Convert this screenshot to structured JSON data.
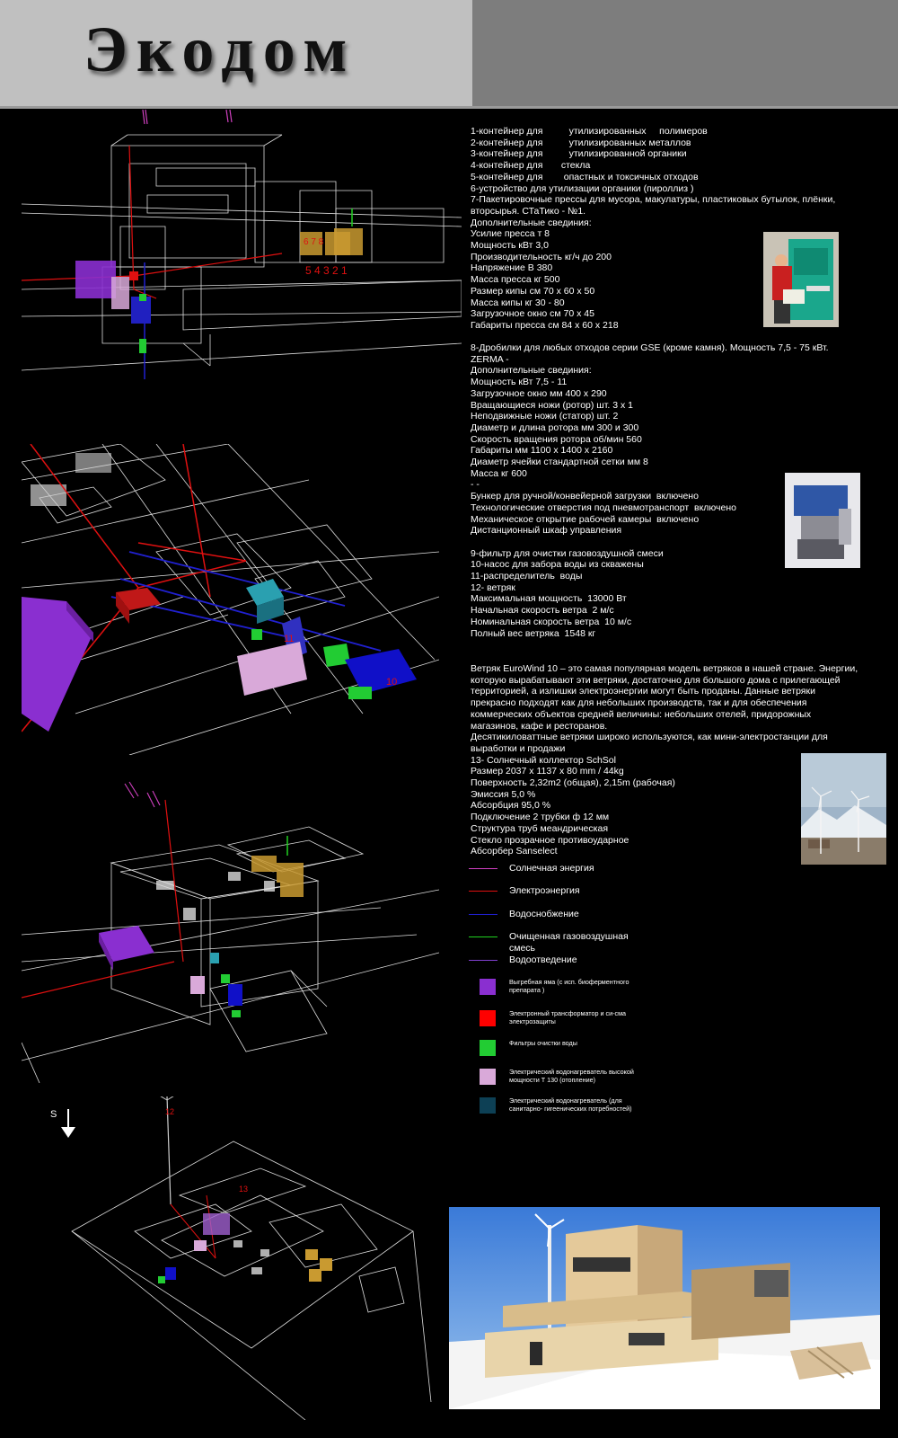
{
  "header": {
    "title": "Экодом"
  },
  "text_block_1": [
    "1-контейнер для          утилизированных     полимеров",
    "2-контейнер для          утилизированных металлов",
    "3-контейнер для          утилизированной органики",
    "4-контейнер для       стекла",
    "5-контейнер для        опастных и токсичных отходов",
    "6-устройство для утилизации органики (пироллиз )",
    "7-Пакетировочные прессы для мусора, макулатуры, пластиковых бутылок, плёнки,",
    "вторсырья. СТаТико - №1.",
    "Дополнительные свединия:",
    "Усилие пресса т 8",
    "Мощность кВт 3,0",
    "Производительность кг/ч до 200",
    "Напряжение В 380",
    "Масса пресса кг 500",
    "Размер кипы см 70 х 60 х 50",
    "Масса кипы кг 30 - 80",
    "Загрузочное окно см 70 х 45",
    "Габариты пресса см 84 х 60 х 218"
  ],
  "text_block_2": [
    "8-Дробилки для любых отходов серии GSE (кроме камня). Мощность 7,5 - 75 кВт.",
    "ZERMA -",
    "Дополнительные свединия:",
    "Мощность кВт 7,5 - 11",
    "Загрузочное окно мм 400 х 290",
    "Вращающиеся ножи (ротор) шт. 3 х 1",
    "Неподвижные ножи (статор) шт. 2",
    "Диаметр и длина ротора мм 300 и 300",
    "Скорость вращения ротора об/мин 560",
    "Габариты мм 1100 х 1400 х 2160",
    "Диаметр ячейки стандартной сетки мм 8",
    "Масса кг 600",
    "- -",
    "Бункер для ручной/конвейерной загрузки  включено",
    "Технологические отверстия под пневмотранспорт  включено",
    "Механическое открытие рабочей камеры  включено",
    "Дистанционный шкаф управления",
    "",
    "9-фильтр для очистки газовоздушной смеси",
    "10-насос для забора воды из скважены",
    "11-распределитель  воды",
    "12- ветряк",
    "Максимальная мощность  13000 Вт",
    "Начальная скорость ветра  2 м/с",
    "Номинальная скорость ветра  10 м/с",
    "Полный вес ветряка  1548 кг"
  ],
  "text_block_3": [
    "Ветряк EuroWind 10 – это самая популярная модель ветряков в нашей стране. Энергии,",
    "которую вырабатывают эти ветряки, достаточно для большого дома с прилегающей",
    "территорией, а излишки электроэнергии могут быть проданы. Данные ветряки",
    "прекрасно подходят как для небольших производств, так и для обеспечения",
    "коммерческих объектов средней величины: небольших отелей, придорожных",
    "магазинов, кафе и ресторанов.",
    "Десятикиловаттные ветряки широко используются, как мини-электростанции для",
    "выработки и продажи",
    "13- Солнечный коллектор SchSol",
    "Размер 2037 x 1137 x 80 mm / 44kg",
    "Поверхность 2,32m2 (общая), 2,15m (рабочая)",
    "Эмиссия 5,0 %",
    "Абсорбция 95,0 %",
    "Подключение 2 трубки ф 12 мм",
    "Структура труб меандрическая",
    "Стекло прозрачное противоударное",
    "Абсорбер Sanselect"
  ],
  "legend_lines": [
    {
      "label": "Солнечная энергия",
      "color": "#d040c0"
    },
    {
      "label": "Электроэнергия",
      "color": "#e01010"
    },
    {
      "label": "Водоснобжение",
      "color": "#2020d0"
    },
    {
      "label": "Очищенная газовоздушная смесь",
      "color": "#20d020"
    },
    {
      "label": "Водоотведение",
      "color": "#8040d0"
    }
  ],
  "legend_swatches": [
    {
      "label": "Выгребная яма  (с исп. биоферментного препарата )",
      "color": "#8a2fd0"
    },
    {
      "label": "Электронный трансформатор и си-сма электрозащиты",
      "color": "#ff0000"
    },
    {
      "label": "Фильтры  очистки воды",
      "color": "#22cc33"
    },
    {
      "label": "Электрический водонагреватель высокой мощности Т 130  (отопление)",
      "color": "#d9a9d9"
    },
    {
      "label": "Электрический водонагреватель (для санитарно- гигеенических потребностей)",
      "color": "#0d4055"
    }
  ],
  "drawing_labels": {
    "panel1_numbers": "5 4 3 2 1",
    "panel1_top": "6   7       8",
    "panel2_num_11": "11",
    "panel2_num_10": "10",
    "compass": "S",
    "panel4_num_12": "12",
    "panel4_num_13": "13"
  },
  "photos": {
    "press_photo": "baling-press-photo",
    "shredder_photo": "shredder-photo",
    "wind_photo": "wind-turbines-photo",
    "render": "house-render"
  }
}
